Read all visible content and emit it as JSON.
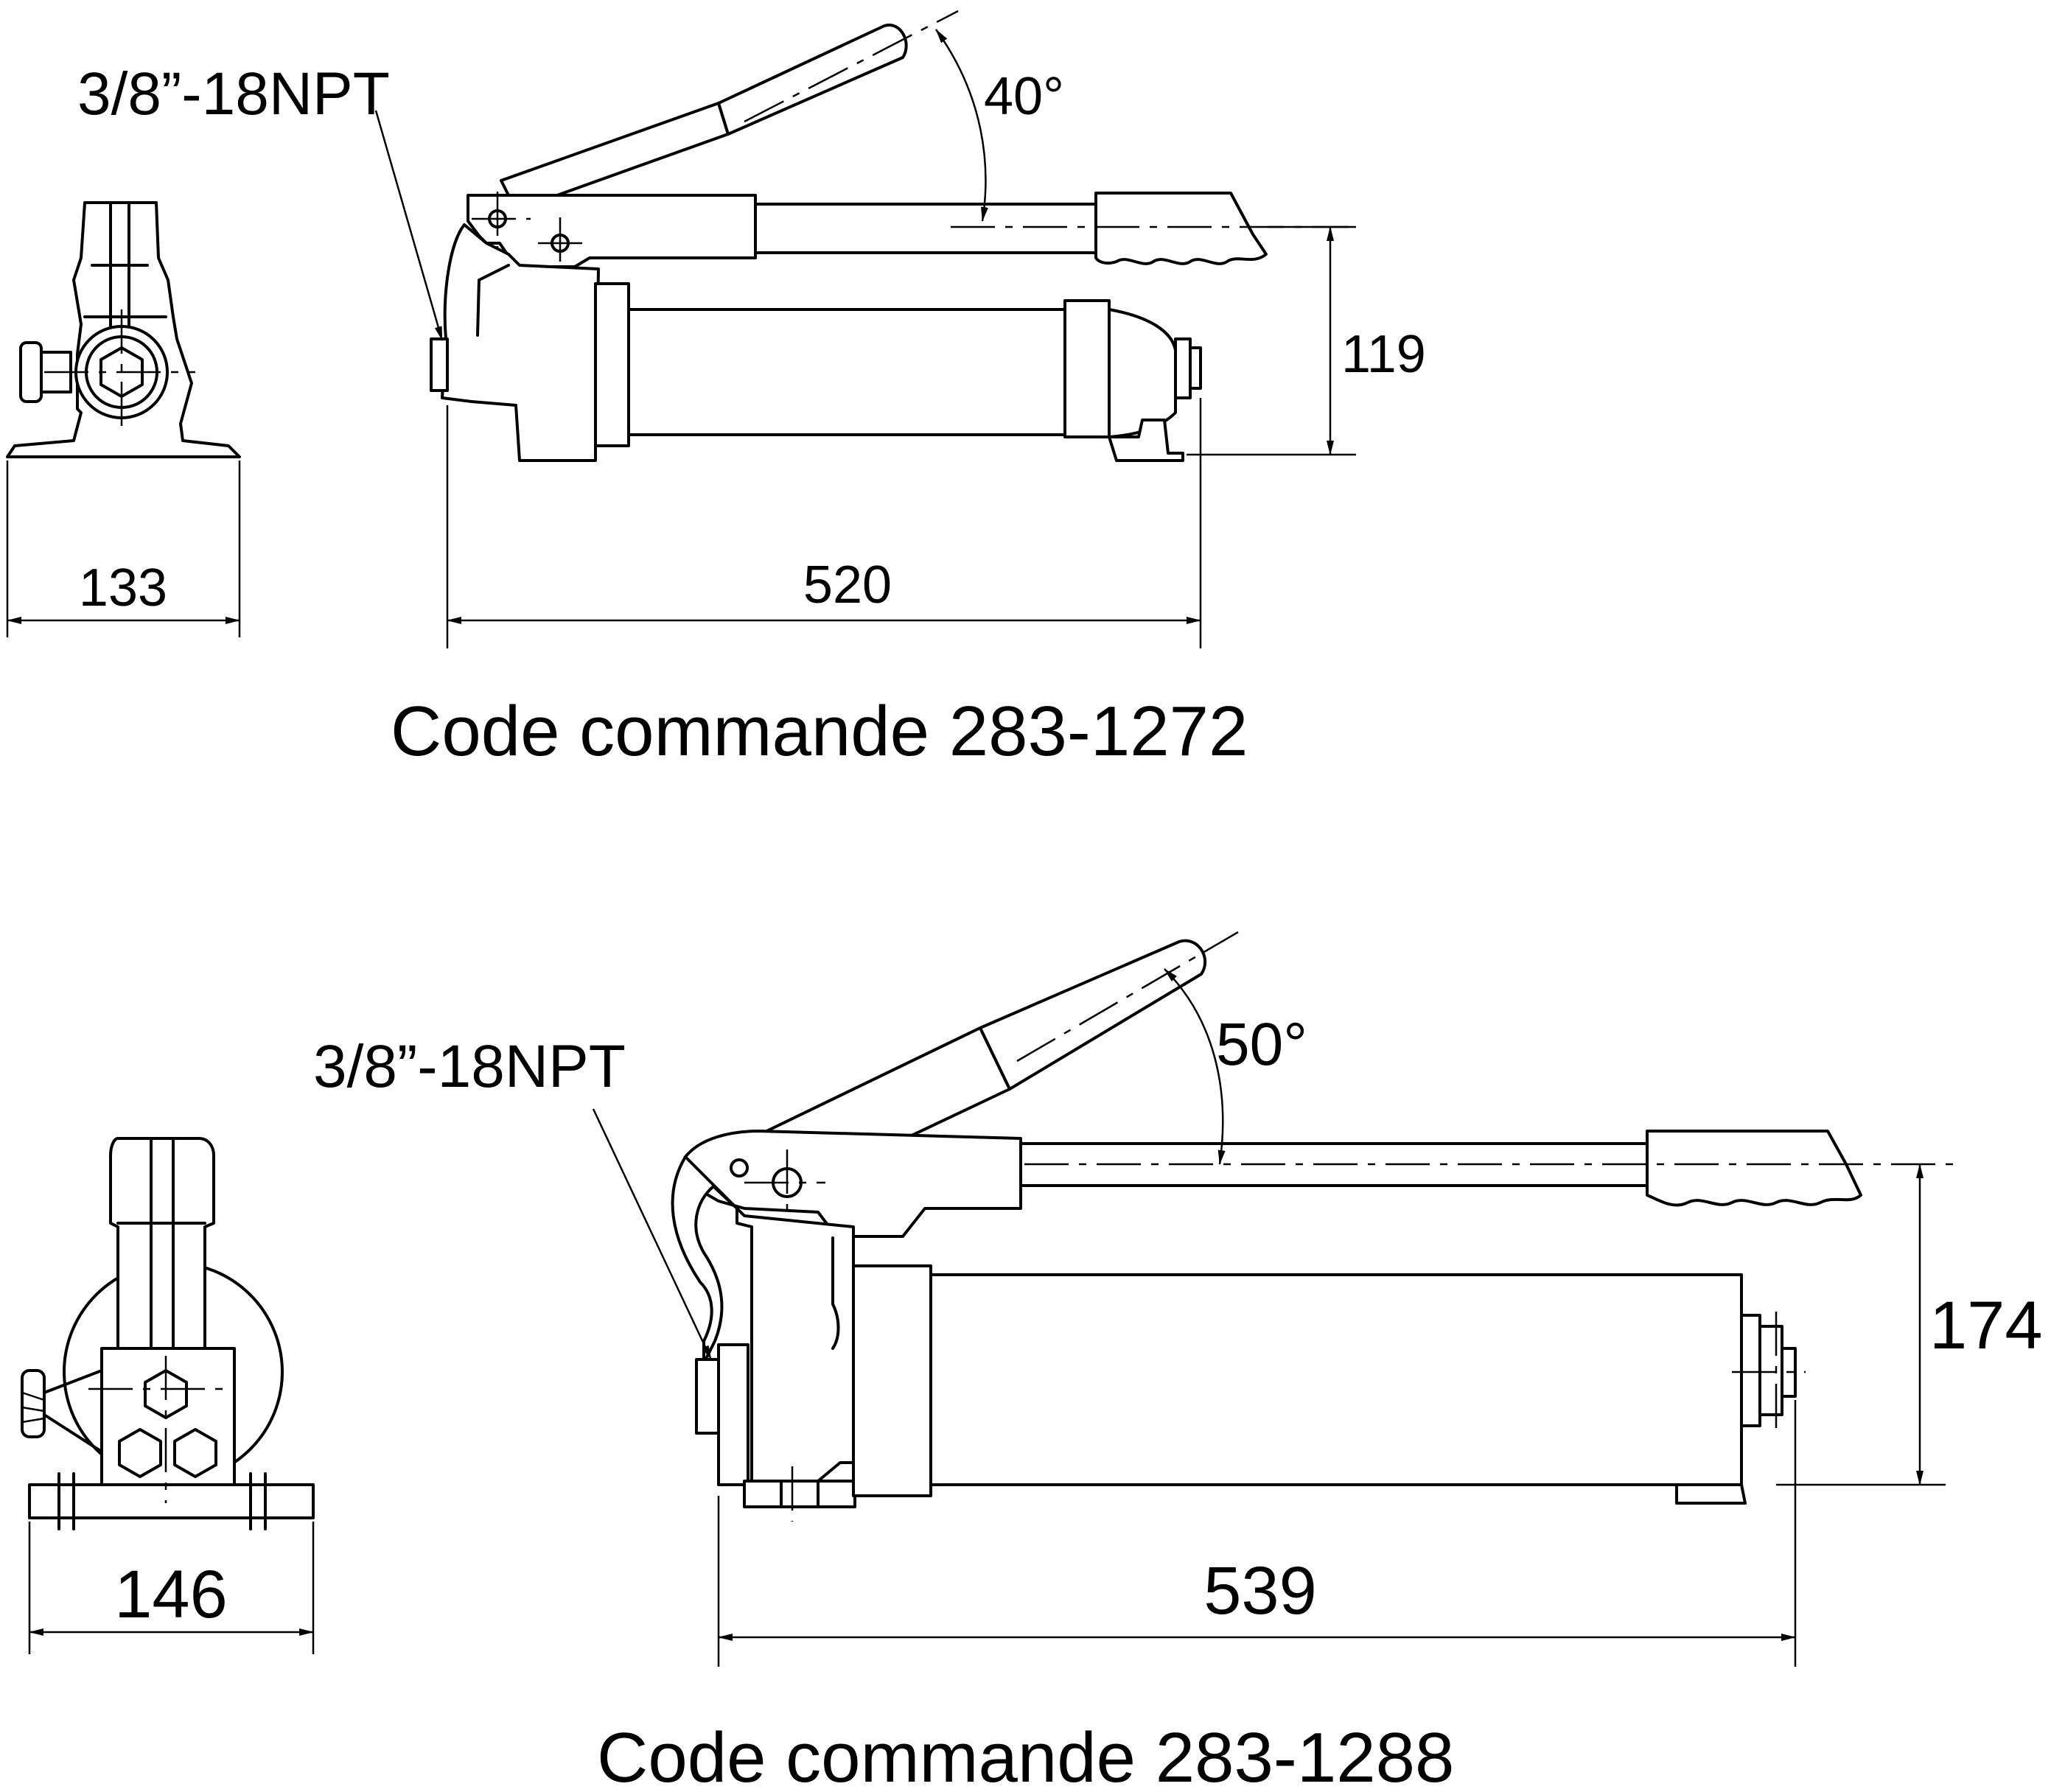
{
  "pump_1": {
    "port_label": "3/8”-18NPT",
    "angle_label": "40°",
    "width_label": "133",
    "length_label": "520",
    "height_label": "119",
    "code_label": "Code commande 283-1272"
  },
  "pump_2": {
    "port_label": "3/8”-18NPT",
    "angle_label": "50°",
    "width_label": "146",
    "length_label": "539",
    "height_label": "174",
    "code_label": "Code commande 283-1288"
  }
}
